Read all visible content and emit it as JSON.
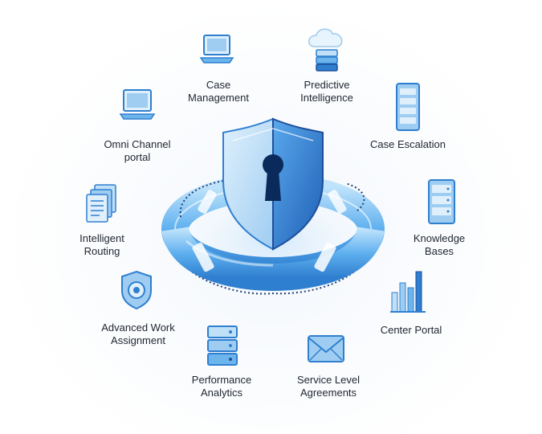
{
  "colors": {
    "icon_light": "#bfe0f7",
    "icon_mid": "#6cb5ec",
    "icon_dark": "#2f7fd0",
    "shield_dark": "#1d4f9a",
    "keyhole": "#0b2a5c",
    "text": "#1f2530"
  },
  "features": [
    {
      "id": "case-management",
      "icon": "laptop-icon",
      "lines": [
        "Case",
        "Management"
      ]
    },
    {
      "id": "predictive-intelligence",
      "icon": "cloud-server-icon",
      "lines": [
        "Predictive",
        "Intelligence"
      ]
    },
    {
      "id": "case-escalation",
      "icon": "server-tower-icon",
      "lines": [
        "Case Escalation"
      ]
    },
    {
      "id": "knowledge-bases",
      "icon": "server-rack-icon",
      "lines": [
        "Knowledge",
        "Bases"
      ]
    },
    {
      "id": "center-portal",
      "icon": "bar-chart-icon",
      "lines": [
        "Center Portal"
      ]
    },
    {
      "id": "service-level-agreements",
      "icon": "envelope-icon",
      "lines": [
        "Service Level",
        "Agreements"
      ]
    },
    {
      "id": "performance-analytics",
      "icon": "server-stack-icon",
      "lines": [
        "Performance",
        "Analytics"
      ]
    },
    {
      "id": "advanced-work-assignment",
      "icon": "camera-shield-icon",
      "lines": [
        "Advanced Work",
        "Assignment"
      ]
    },
    {
      "id": "intelligent-routing",
      "icon": "documents-icon",
      "lines": [
        "Intelligent",
        "Routing"
      ]
    },
    {
      "id": "omni-channel-portal",
      "icon": "laptop-icon",
      "lines": [
        "Omni Channel",
        "portal"
      ]
    }
  ],
  "center": {
    "icon": "shield-lifebuoy-icon"
  }
}
